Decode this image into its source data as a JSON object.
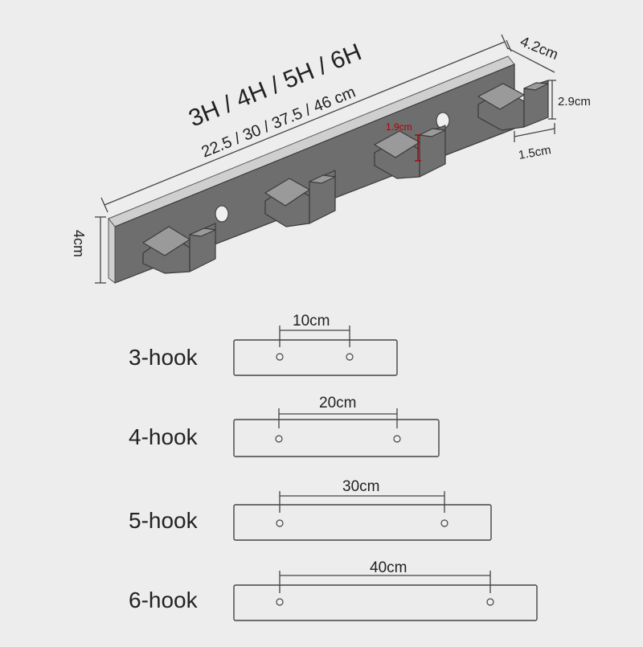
{
  "header": {
    "models": "3H / 4H / 5H / 6H",
    "lengths": "22.5 / 30 / 37.5 / 46 cm"
  },
  "dimensions": {
    "depth": "4.2cm",
    "hook_height": "2.9cm",
    "hook_width": "1.5cm",
    "hook_gap": "1.9cm",
    "plate_height": "4cm"
  },
  "variants": [
    {
      "label": "3-hook",
      "hole_spacing": "10cm"
    },
    {
      "label": "4-hook",
      "hole_spacing": "20cm"
    },
    {
      "label": "5-hook",
      "hole_spacing": "30cm"
    },
    {
      "label": "6-hook",
      "hole_spacing": "40cm"
    }
  ],
  "colors": {
    "background": "#ededed",
    "accent_dimension": "#b00000",
    "hook": "#707070"
  }
}
